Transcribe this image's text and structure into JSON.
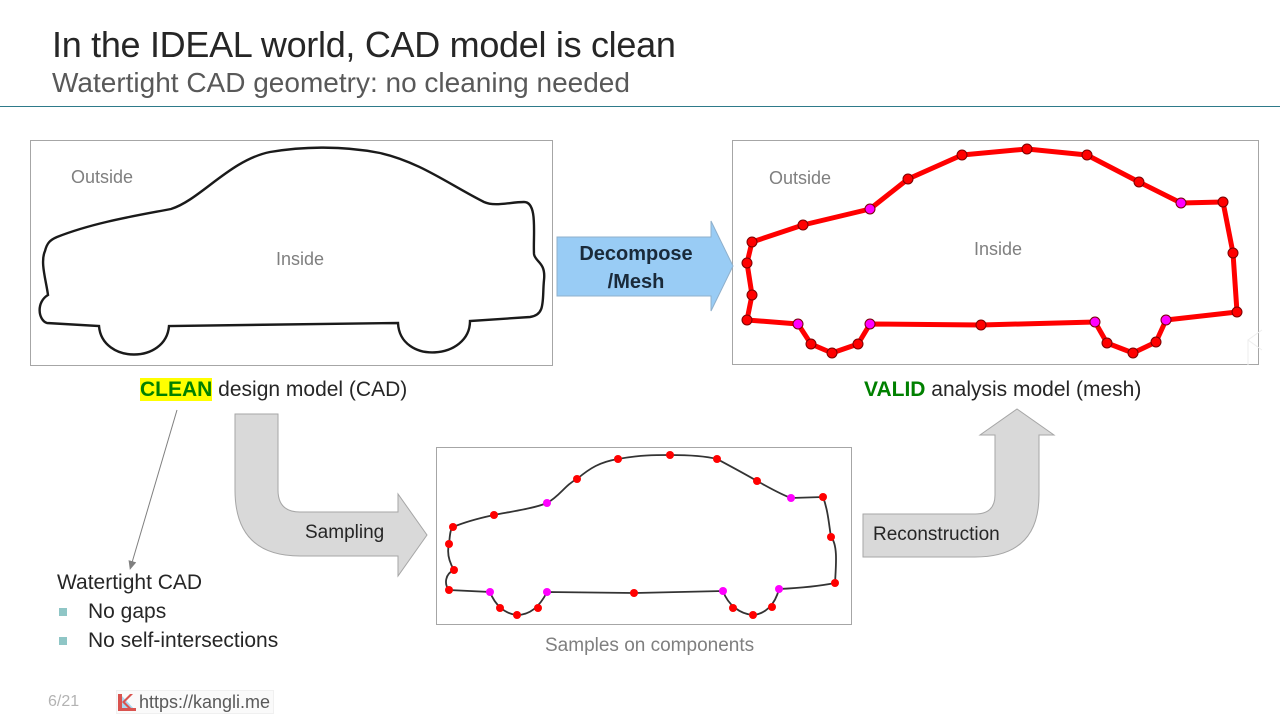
{
  "slide": {
    "title": "In the IDEAL world, CAD model is clean",
    "subtitle": "Watertight CAD geometry: no cleaning needed",
    "page_number": "6/21",
    "footer_url": "https://kangli.me"
  },
  "colors": {
    "rule": "#2e7a8a",
    "mesh_edge": "#ff0000",
    "mesh_vertex": "#ff0000",
    "junction_vertex": "#ff00ff",
    "decompose_arrow_fill": "#99ccf5",
    "gray_arrow_fill": "#d9d9d9",
    "clean_highlight": "#ffff00",
    "good_green": "#008000"
  },
  "cad_panel": {
    "outside_label": "Outside",
    "inside_label": "Inside",
    "caption_highlight": "CLEAN",
    "caption_rest": " design model (CAD)"
  },
  "mesh_panel": {
    "outside_label": "Outside",
    "inside_label": "Inside",
    "caption_highlight": "VALID",
    "caption_rest": " analysis model (mesh)"
  },
  "arrows": {
    "decompose_line1": "Decompose",
    "decompose_line2": "/Mesh",
    "sampling": "Sampling",
    "reconstruction": "Reconstruction"
  },
  "sample_panel": {
    "caption": "Samples on components"
  },
  "watertight": {
    "heading": "Watertight CAD",
    "items": [
      "No gaps",
      "No self-intersections"
    ]
  }
}
